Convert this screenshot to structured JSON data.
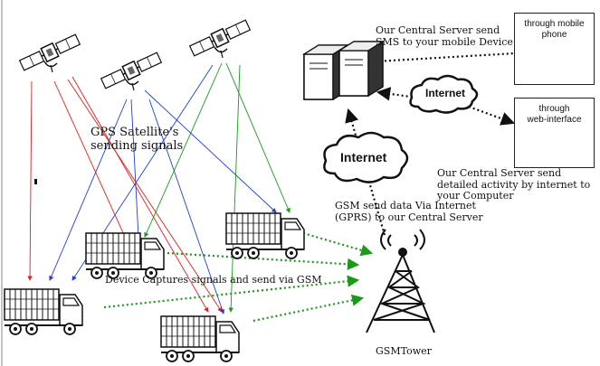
{
  "labels": {
    "gps_signals": [
      "GPS Satellite's",
      "sending signals"
    ],
    "sms_note": [
      "Our Central Server send",
      "SMS to your mobile Device"
    ],
    "internet_1": "Internet",
    "internet_2": "Internet",
    "email_note": [
      "Our Central Server send",
      "detailed activity by internet to",
      "your Computer"
    ],
    "gsm_note": [
      "GSM send data Via Internet",
      "(GPRS) to our Central Server"
    ],
    "capture_note": "Device Captures signals and send via GSM",
    "tower_label": "GSMTower"
  },
  "boxes": {
    "mobile_title": [
      "through mobile",
      "phone"
    ],
    "web_title": [
      "through",
      "web-interface"
    ]
  },
  "colors": {
    "red_signal": "#e02020",
    "blue_signal": "#2040d0",
    "green_signal": "#1a9a1a",
    "link": "#111111"
  },
  "icons": [
    "satellite-icon",
    "server-icon",
    "cloud-icon",
    "truck-icon",
    "gsm-tower-icon",
    "mobile-phone-icon",
    "computer-user-icon"
  ]
}
